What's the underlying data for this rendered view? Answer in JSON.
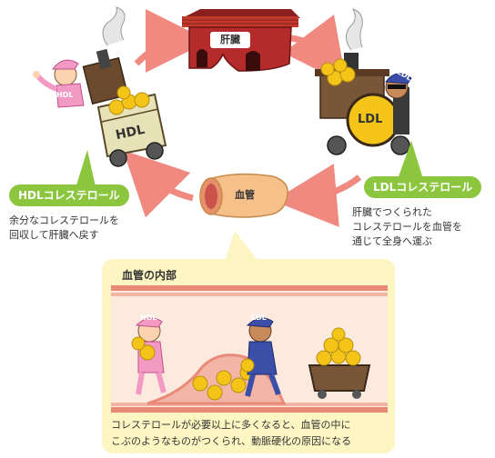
{
  "cycle": {
    "liver_label": "肝臓",
    "vessel_label": "血管"
  },
  "hdl": {
    "pill_label": "HDLコレステロール",
    "description": "余分なコレステロールを\n回収して肝臓へ戻す",
    "car_label": "HDL",
    "cap_label": "HDL"
  },
  "ldl": {
    "pill_label": "LDLコレステロール",
    "description": "肝臓でつくられた\nコレステロールを血管を\n通じて全身へ運ぶ",
    "car_label": "LDL",
    "cap_label": "LDL"
  },
  "inset": {
    "title": "血管の内部",
    "caption": "コレステロールが必要以上に多くなると、血管の中に\nこぶのようなものがつくられ、動脈硬化の原因になる",
    "hdl_cap_label": "HDL",
    "ldl_cap_label": "LDL"
  },
  "colors": {
    "arrow": "#f08a80",
    "pill": "#8cc63f",
    "liver": "#b52a2a",
    "panel": "#fdf6c3",
    "vessel": "#f5c08a",
    "ball": "#f4c518"
  }
}
